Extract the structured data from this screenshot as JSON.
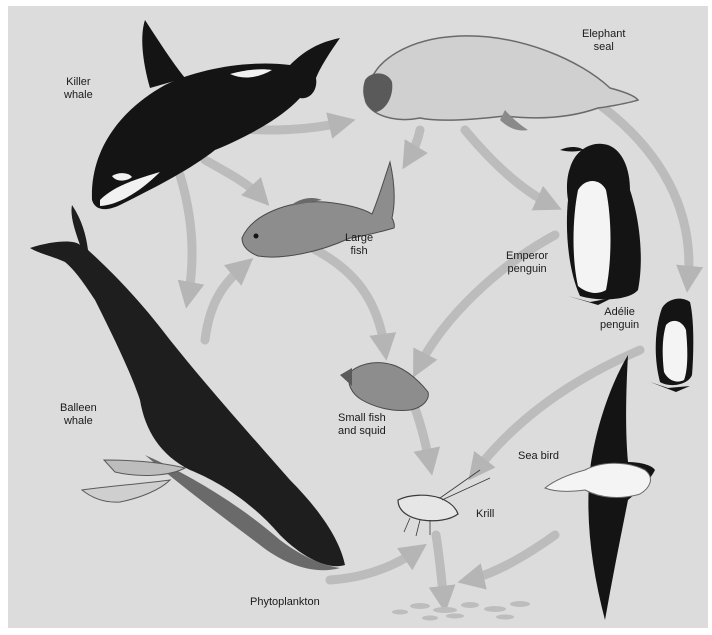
{
  "labels": {
    "killer_whale": [
      "Killer",
      "whale"
    ],
    "elephant_seal": [
      "Elephant",
      "seal"
    ],
    "large_fish": [
      "Large",
      "fish"
    ],
    "emperor_penguin": [
      "Emperor",
      "penguin"
    ],
    "adelie_penguin": [
      "Adélie",
      "penguin"
    ],
    "balleen_whale": [
      "Balleen",
      "whale"
    ],
    "small_fish": [
      "Small fish",
      "and squid"
    ],
    "sea_bird": "Sea bird",
    "krill": "Krill",
    "phytoplankton": "Phytoplankton"
  },
  "colors": {
    "background": "#dcdcdc",
    "arrow": "#b9b9b9",
    "dark_animal": "#141414",
    "light_animal": "#f4f4f4",
    "fish": "#8d8d8d",
    "seal": "#cfcfcf"
  }
}
